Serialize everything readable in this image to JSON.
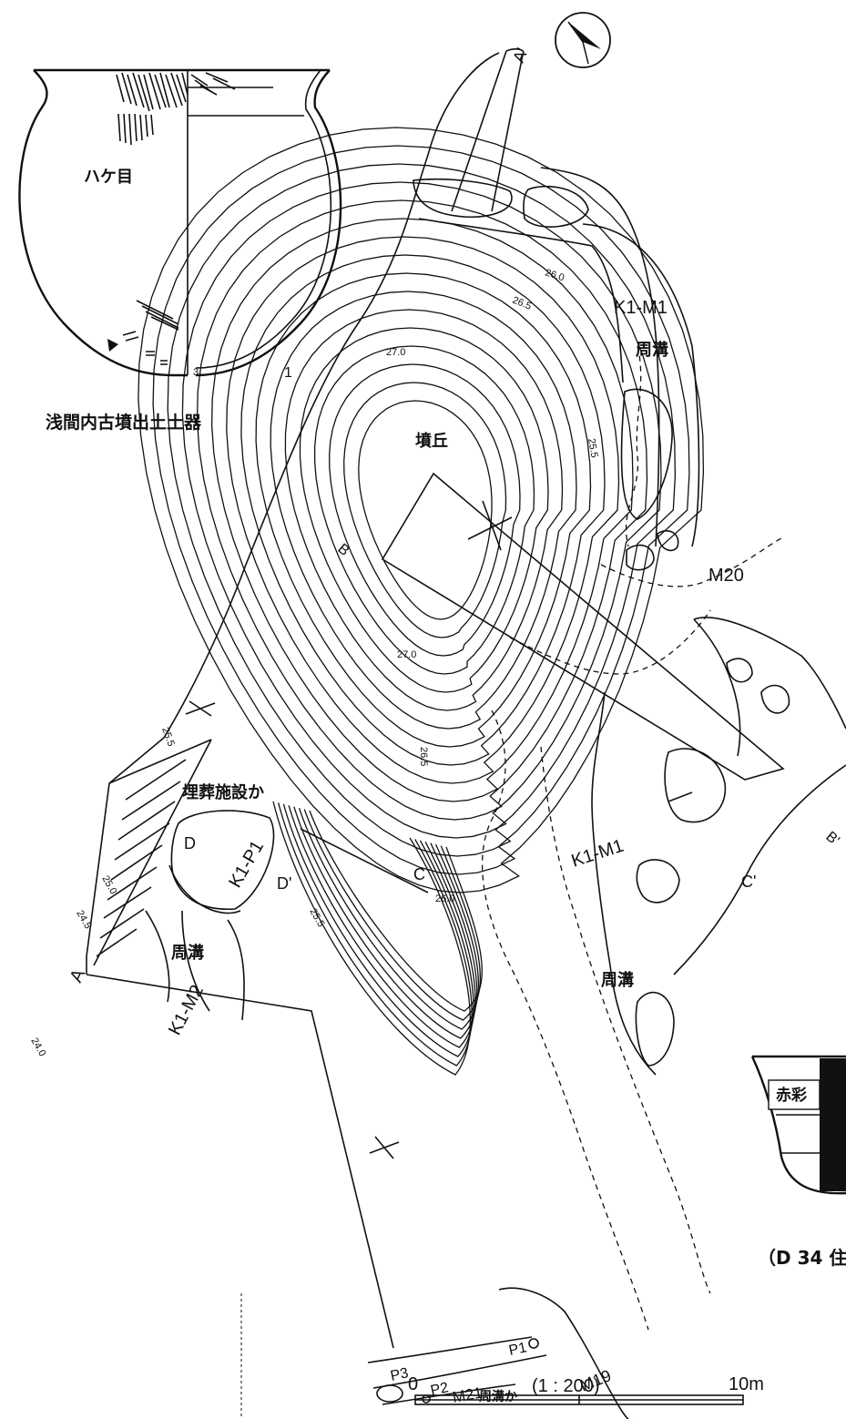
{
  "pottery_figure": {
    "pattern_label": "ハケ目",
    "figure_number": "1",
    "small_mark": "3",
    "caption": "浅間内古墳出土土器"
  },
  "site_plan": {
    "labels": {
      "mound": "墳丘",
      "moat_upper": "周溝",
      "moat_lower_left": "周溝",
      "moat_lower_right": "周溝",
      "burial": "埋葬施設か",
      "moat_maybe": "周溝か",
      "k1m1_upper": "K1-M1",
      "k1m1_lower": "K1-M1",
      "k1m2": "K1-M2",
      "k1p1": "K1-P1",
      "m19": "M19",
      "m20": "M20",
      "m21": "M21",
      "p1": "P1",
      "p2": "P2",
      "p3": "P3"
    },
    "section_points": {
      "a": "A",
      "a_prime": "A'",
      "b": "B",
      "b_prime": "B'",
      "c": "C",
      "c_prime": "C'",
      "d": "D",
      "d_prime": "D'"
    },
    "contours": {
      "c26_0_top": "26.0",
      "c26_5_top": "26.5",
      "c27_0_top": "27.0",
      "c25_5_right": "25.5",
      "c27_0_mid": "27.0",
      "c26_5_mid": "26.5",
      "c25_5_left": "25.5",
      "c25_5_lower": "25.5",
      "c26_0_lower": "26.0",
      "c25_0": "25.0",
      "c24_5": "24.5",
      "c24_0": "24.0"
    },
    "scale": {
      "zero": "0",
      "ratio": "(1 : 200)",
      "end": "10m"
    }
  },
  "inset_figure": {
    "label": "赤彩",
    "caption_partial": "（D 34 住"
  }
}
